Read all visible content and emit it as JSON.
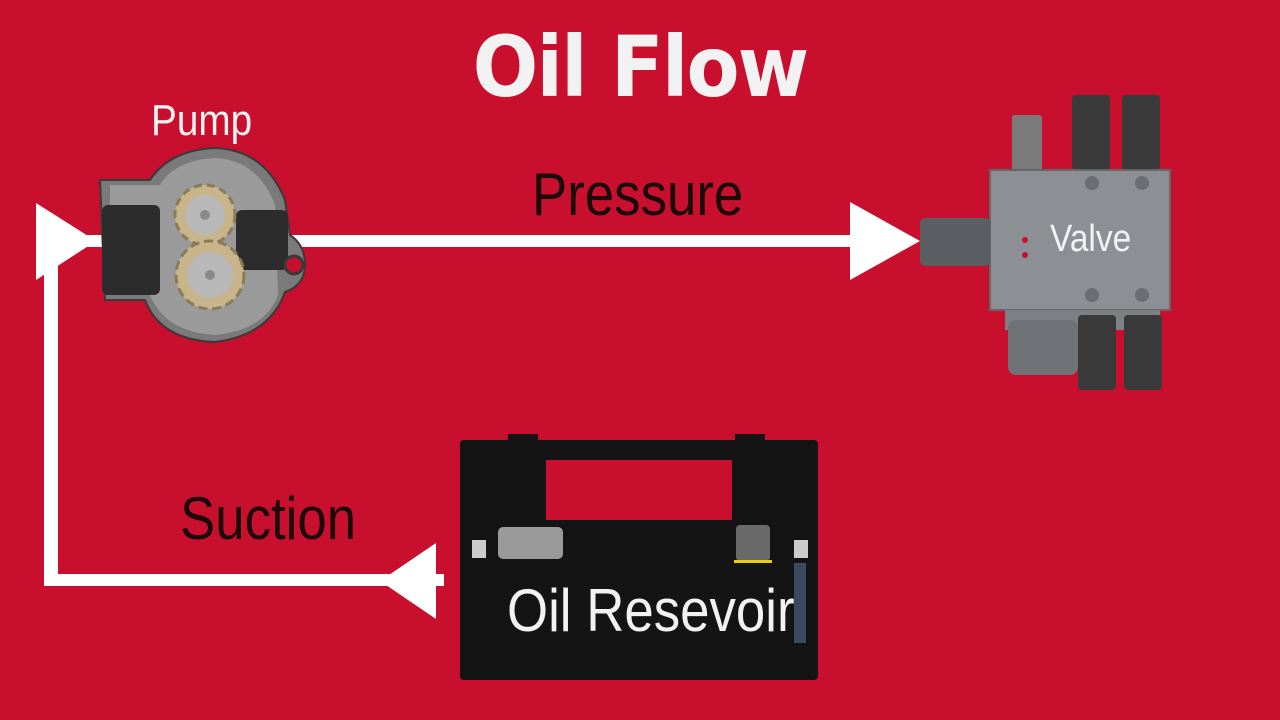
{
  "title": "Oil Flow",
  "components": {
    "pump": "Pump",
    "valve": "Valve",
    "reservoir": "Oil Resevoir"
  },
  "flows": {
    "pressure": "Pressure",
    "suction": "Suction"
  },
  "colors": {
    "background": "#c8102e",
    "flow_line": "#ffffff",
    "valve_body": "#8c8f94",
    "reservoir_body": "#141414",
    "pump_gear": "#c8b48a"
  }
}
